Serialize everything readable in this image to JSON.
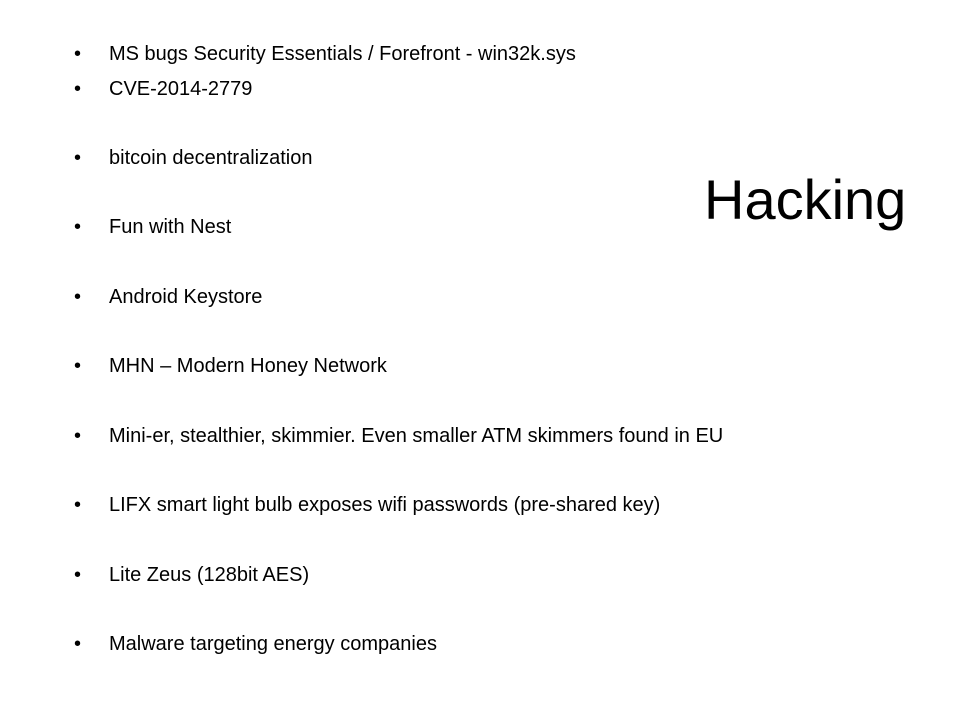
{
  "slide": {
    "title": "Hacking",
    "bullet_symbol": "•",
    "bullets": [
      "MS bugs  Security Essentials / Forefront - win32k.sys",
      "CVE-2014-2779",
      "bitcoin decentralization",
      "Fun with Nest",
      "Android Keystore",
      "MHN – Modern Honey Network",
      "Mini-er, stealthier, skimmier.  Even smaller ATM skimmers found in EU",
      "LIFX smart light bulb exposes wifi passwords (pre-shared  key)",
      "Lite Zeus (128bit AES)",
      "Malware targeting energy companies"
    ]
  }
}
